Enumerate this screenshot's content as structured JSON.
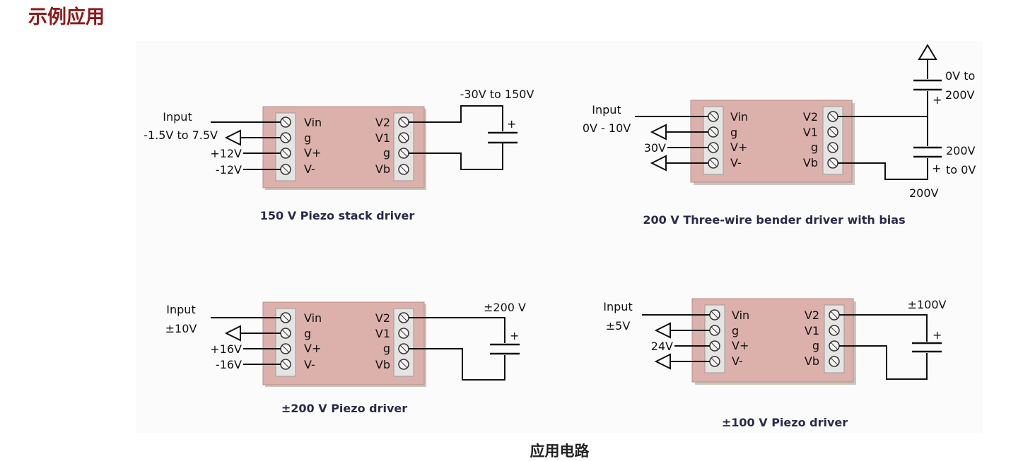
{
  "heading": "示例应用",
  "caption": "应用电路",
  "diagrams": [
    {
      "title": "150 V Piezo stack driver",
      "input_label": "Input",
      "input_range": "-1.5V to 7.5V",
      "left_pins": [
        "Vin",
        "g",
        "V+",
        "V-"
      ],
      "right_pins": [
        "V2",
        "V1",
        "g",
        "Vb"
      ],
      "supply_labels": [
        "+12V",
        "-12V"
      ],
      "output_label": "-30V to 150V",
      "plus_mark": "+"
    },
    {
      "title": "200 V Three-wire bender driver with bias",
      "input_label": "Input",
      "input_range": "0V - 10V",
      "left_pins": [
        "Vin",
        "g",
        "V+",
        "V-"
      ],
      "right_pins": [
        "V2",
        "V1",
        "g",
        "Vb"
      ],
      "supply_labels": [
        "30V"
      ],
      "top_output_lines": [
        "0V to",
        "200V"
      ],
      "bottom_output_lines": [
        "200V",
        "to 0V"
      ],
      "bias_label": "200V",
      "plus_mark": "+"
    },
    {
      "title": "±200 V Piezo driver",
      "input_label": "Input",
      "input_range": "±10V",
      "left_pins": [
        "Vin",
        "g",
        "V+",
        "V-"
      ],
      "right_pins": [
        "V2",
        "V1",
        "g",
        "Vb"
      ],
      "supply_labels": [
        "+16V",
        "-16V"
      ],
      "output_label": "±200 V",
      "plus_mark": "+"
    },
    {
      "title": "±100 V Piezo driver",
      "input_label": "Input",
      "input_range": "±5V",
      "left_pins": [
        "Vin",
        "g",
        "V+",
        "V-"
      ],
      "right_pins": [
        "V2",
        "V1",
        "g",
        "Vb"
      ],
      "supply_labels": [
        "24V"
      ],
      "output_label": "±100V",
      "plus_mark": "+"
    }
  ]
}
